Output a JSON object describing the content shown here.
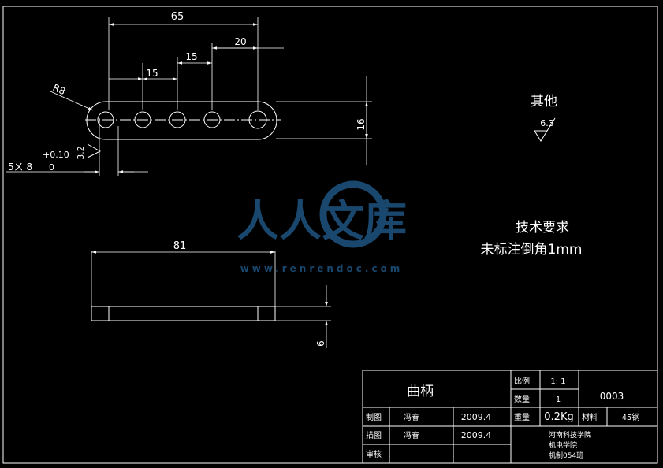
{
  "drawing": {
    "dims": {
      "total_length": "65",
      "hole_spacing_1": "20",
      "hole_spacing_2": "15",
      "hole_spacing_3": "15",
      "radius": "R8",
      "height": "16",
      "roughness_side": "3.2",
      "tol_upper": "+0.10",
      "tol_lower": "0",
      "hole_spec": "5ㄨ 8",
      "side_length": "81",
      "thickness": "6"
    },
    "other_roughness_label": "其他",
    "other_roughness_value": "6.3"
  },
  "notes": {
    "title": "技术要求",
    "line1": "未标注倒角1mm"
  },
  "watermark": {
    "text": "人人文库",
    "url": "www.renrendoc.com"
  },
  "title_block": {
    "part_name": "曲柄",
    "scale_label": "比例",
    "scale_value": "1: 1",
    "qty_label": "数量",
    "qty_value": "1",
    "drawing_no": "0003",
    "weight_label": "重量",
    "weight_value": "0.2Kg",
    "material_label": "材料",
    "material_value": "45钢",
    "drafter_label": "制图",
    "drafter_name": "冯春",
    "drafter_date": "2009.4",
    "tracer_label": "描图",
    "tracer_name": "冯春",
    "tracer_date": "2009.4",
    "reviewer_label": "审核",
    "school_1": "河南科技学院",
    "school_2": "机电学院",
    "school_3": "机制054班"
  }
}
